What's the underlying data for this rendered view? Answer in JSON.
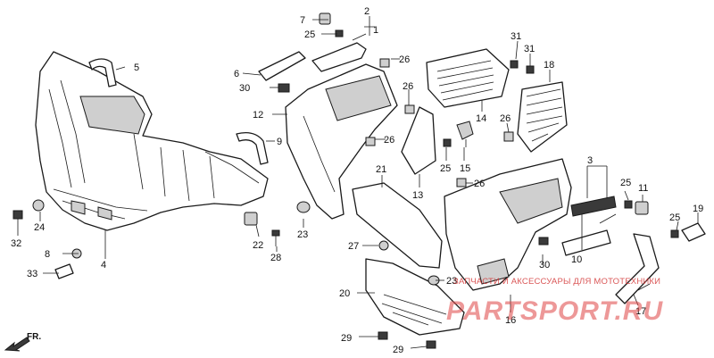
{
  "diagram": {
    "callouts": {
      "c1": "1",
      "c2": "2",
      "c3": "3",
      "c4": "4",
      "c5": "5",
      "c6": "6",
      "c7": "7",
      "c8": "8",
      "c9": "9",
      "c10": "10",
      "c11": "11",
      "c12": "12",
      "c13": "13",
      "c14": "14",
      "c15": "15",
      "c16": "16",
      "c17": "17",
      "c18": "18",
      "c19": "19",
      "c20": "20",
      "c21": "21",
      "c22": "22",
      "c23": "23",
      "c24": "24",
      "c25a": "25",
      "c25b": "25",
      "c25c": "25",
      "c25d": "25",
      "c26a": "26",
      "c26b": "26",
      "c26c": "26",
      "c26d": "26",
      "c26e": "26",
      "c27": "27",
      "c28": "28",
      "c29a": "29",
      "c29b": "29",
      "c30a": "30",
      "c30b": "30",
      "c31a": "31",
      "c31b": "31",
      "c32": "32",
      "c33": "33",
      "c23b": "23"
    },
    "direction_label": "FR.",
    "watermark": {
      "tagline": "ЗАПЧАСТИ И АКСЕССУАРЫ ДЛЯ МОТОТЕХНИКИ",
      "logo": "PARTSPORT.RU"
    },
    "colors": {
      "line": "#1a1a1a",
      "watermark": "#d43a3a"
    }
  }
}
